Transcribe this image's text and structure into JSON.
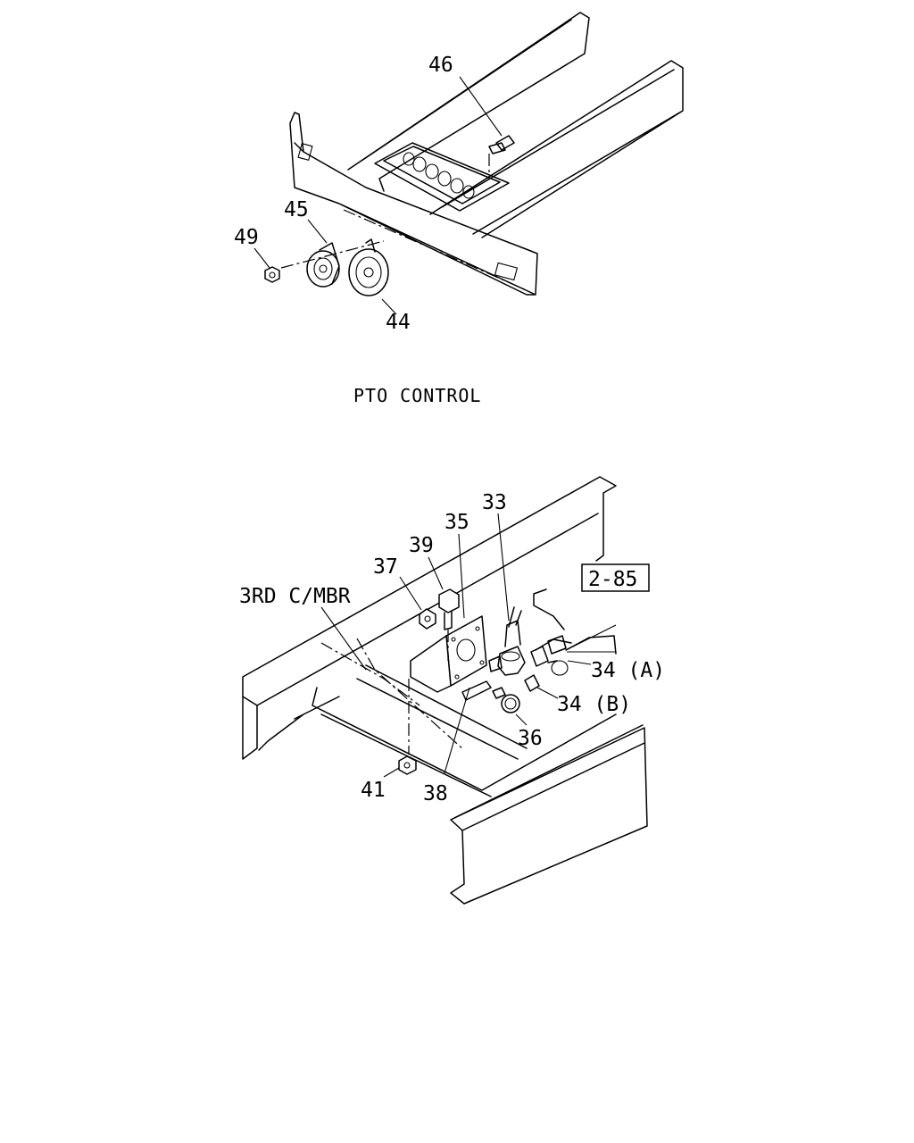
{
  "section_title": "PTO CONTROL",
  "reference_box": "2-85",
  "frame_label": "3RD C/MBR",
  "top_callouts": [
    "46",
    "45",
    "49",
    "44"
  ],
  "bottom_callouts": [
    "33",
    "35",
    "39",
    "37",
    "34 (A)",
    "34 (B)",
    "36",
    "41",
    "38"
  ]
}
